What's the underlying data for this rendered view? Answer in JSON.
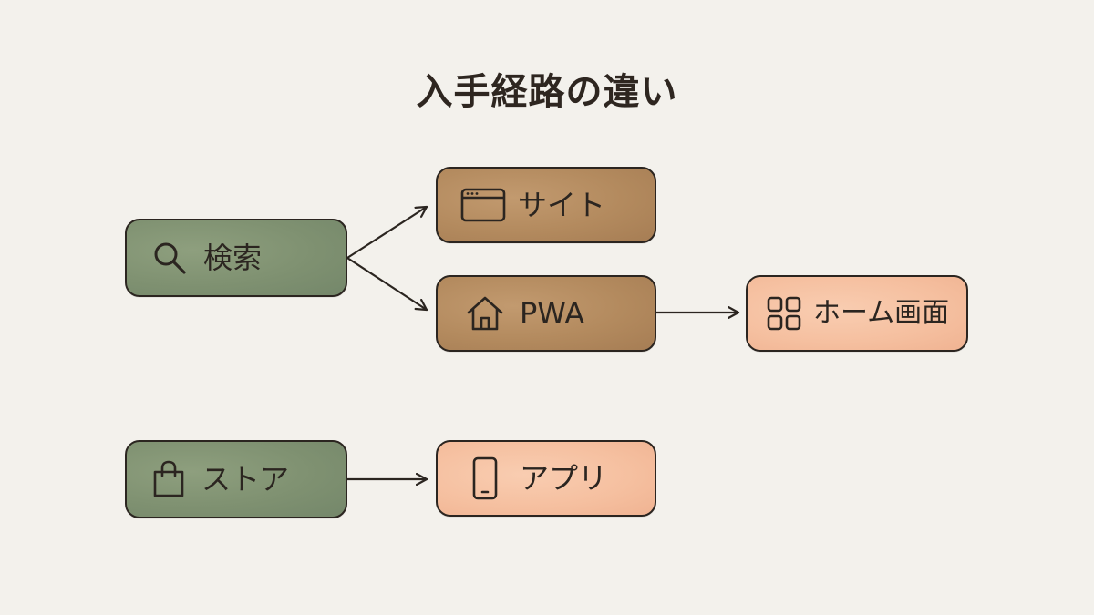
{
  "title": "入手経路の違い",
  "nodes": {
    "search": {
      "label": "検索",
      "icon": "search-icon",
      "color": "#7f9171"
    },
    "site": {
      "label": "サイト",
      "icon": "browser-window-icon",
      "color": "#b38a5e"
    },
    "pwa": {
      "label": "PWA",
      "icon": "home-icon",
      "color": "#b38a5e"
    },
    "home_screen": {
      "label": "ホーム画面",
      "icon": "app-grid-icon",
      "color": "#f5bf9f"
    },
    "store": {
      "label": "ストア",
      "icon": "shopping-bag-icon",
      "color": "#7f9171"
    },
    "app": {
      "label": "アプリ",
      "icon": "smartphone-icon",
      "color": "#f5bf9f"
    }
  },
  "edges": [
    {
      "from": "search",
      "to": "site"
    },
    {
      "from": "search",
      "to": "pwa"
    },
    {
      "from": "pwa",
      "to": "home_screen"
    },
    {
      "from": "store",
      "to": "app"
    }
  ],
  "colors": {
    "background": "#f3f1ec",
    "outline": "#2b2520",
    "text": "#2b2520"
  }
}
